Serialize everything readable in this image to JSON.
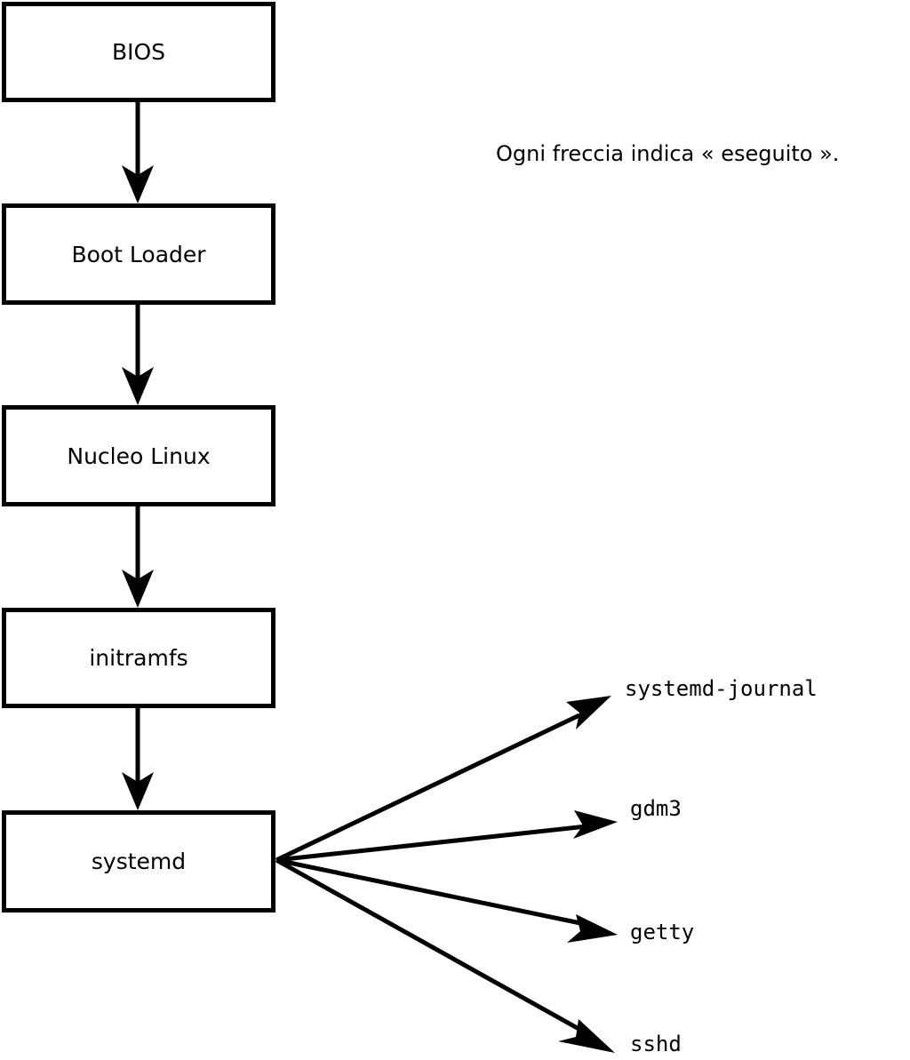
{
  "diagram": {
    "type": "flowchart",
    "title_caption": "Ogni freccia indica « eseguito ».",
    "boot_chain": [
      {
        "id": "bios",
        "label": "BIOS"
      },
      {
        "id": "boot-loader",
        "label": "Boot Loader"
      },
      {
        "id": "nucleo-linux",
        "label": "Nucleo Linux"
      },
      {
        "id": "initramfs",
        "label": "initramfs"
      },
      {
        "id": "systemd",
        "label": "systemd"
      }
    ],
    "services": [
      {
        "id": "systemd-journal",
        "label": "systemd-journal"
      },
      {
        "id": "gdm3",
        "label": "gdm3"
      },
      {
        "id": "getty",
        "label": "getty"
      },
      {
        "id": "sshd",
        "label": "sshd"
      }
    ],
    "colors": {
      "stroke": "#000000",
      "fill": "#ffffff",
      "text": "#000000"
    }
  }
}
